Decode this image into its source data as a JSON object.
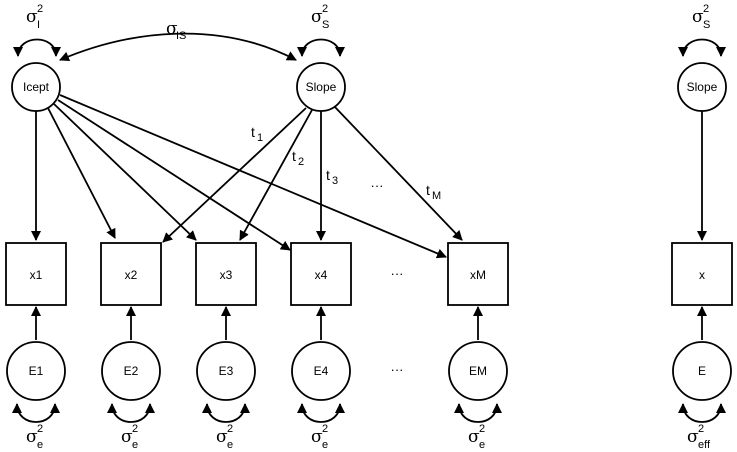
{
  "latent": {
    "intercept": "Icept",
    "slope": "Slope",
    "slope_right": "Slope"
  },
  "observed": {
    "x1": "x1",
    "x2": "x2",
    "x3": "x3",
    "x4": "x4",
    "xM": "xM",
    "x": "x"
  },
  "errors": {
    "E1": "E1",
    "E2": "E2",
    "E3": "E3",
    "E4": "E4",
    "EM": "EM",
    "E": "E"
  },
  "variances": {
    "sigma": "σ",
    "squared": "2",
    "intercept_sub": "I",
    "slope_sub": "S",
    "error_sub": "e",
    "effective_sub": "eff",
    "covariance_sub": "IS"
  },
  "loadings": {
    "t1": {
      "t": "t",
      "sub": "1"
    },
    "t2": {
      "t": "t",
      "sub": "2"
    },
    "t3": {
      "t": "t",
      "sub": "3"
    },
    "tM": {
      "t": "t",
      "sub": "M"
    }
  },
  "ellipsis": "···"
}
